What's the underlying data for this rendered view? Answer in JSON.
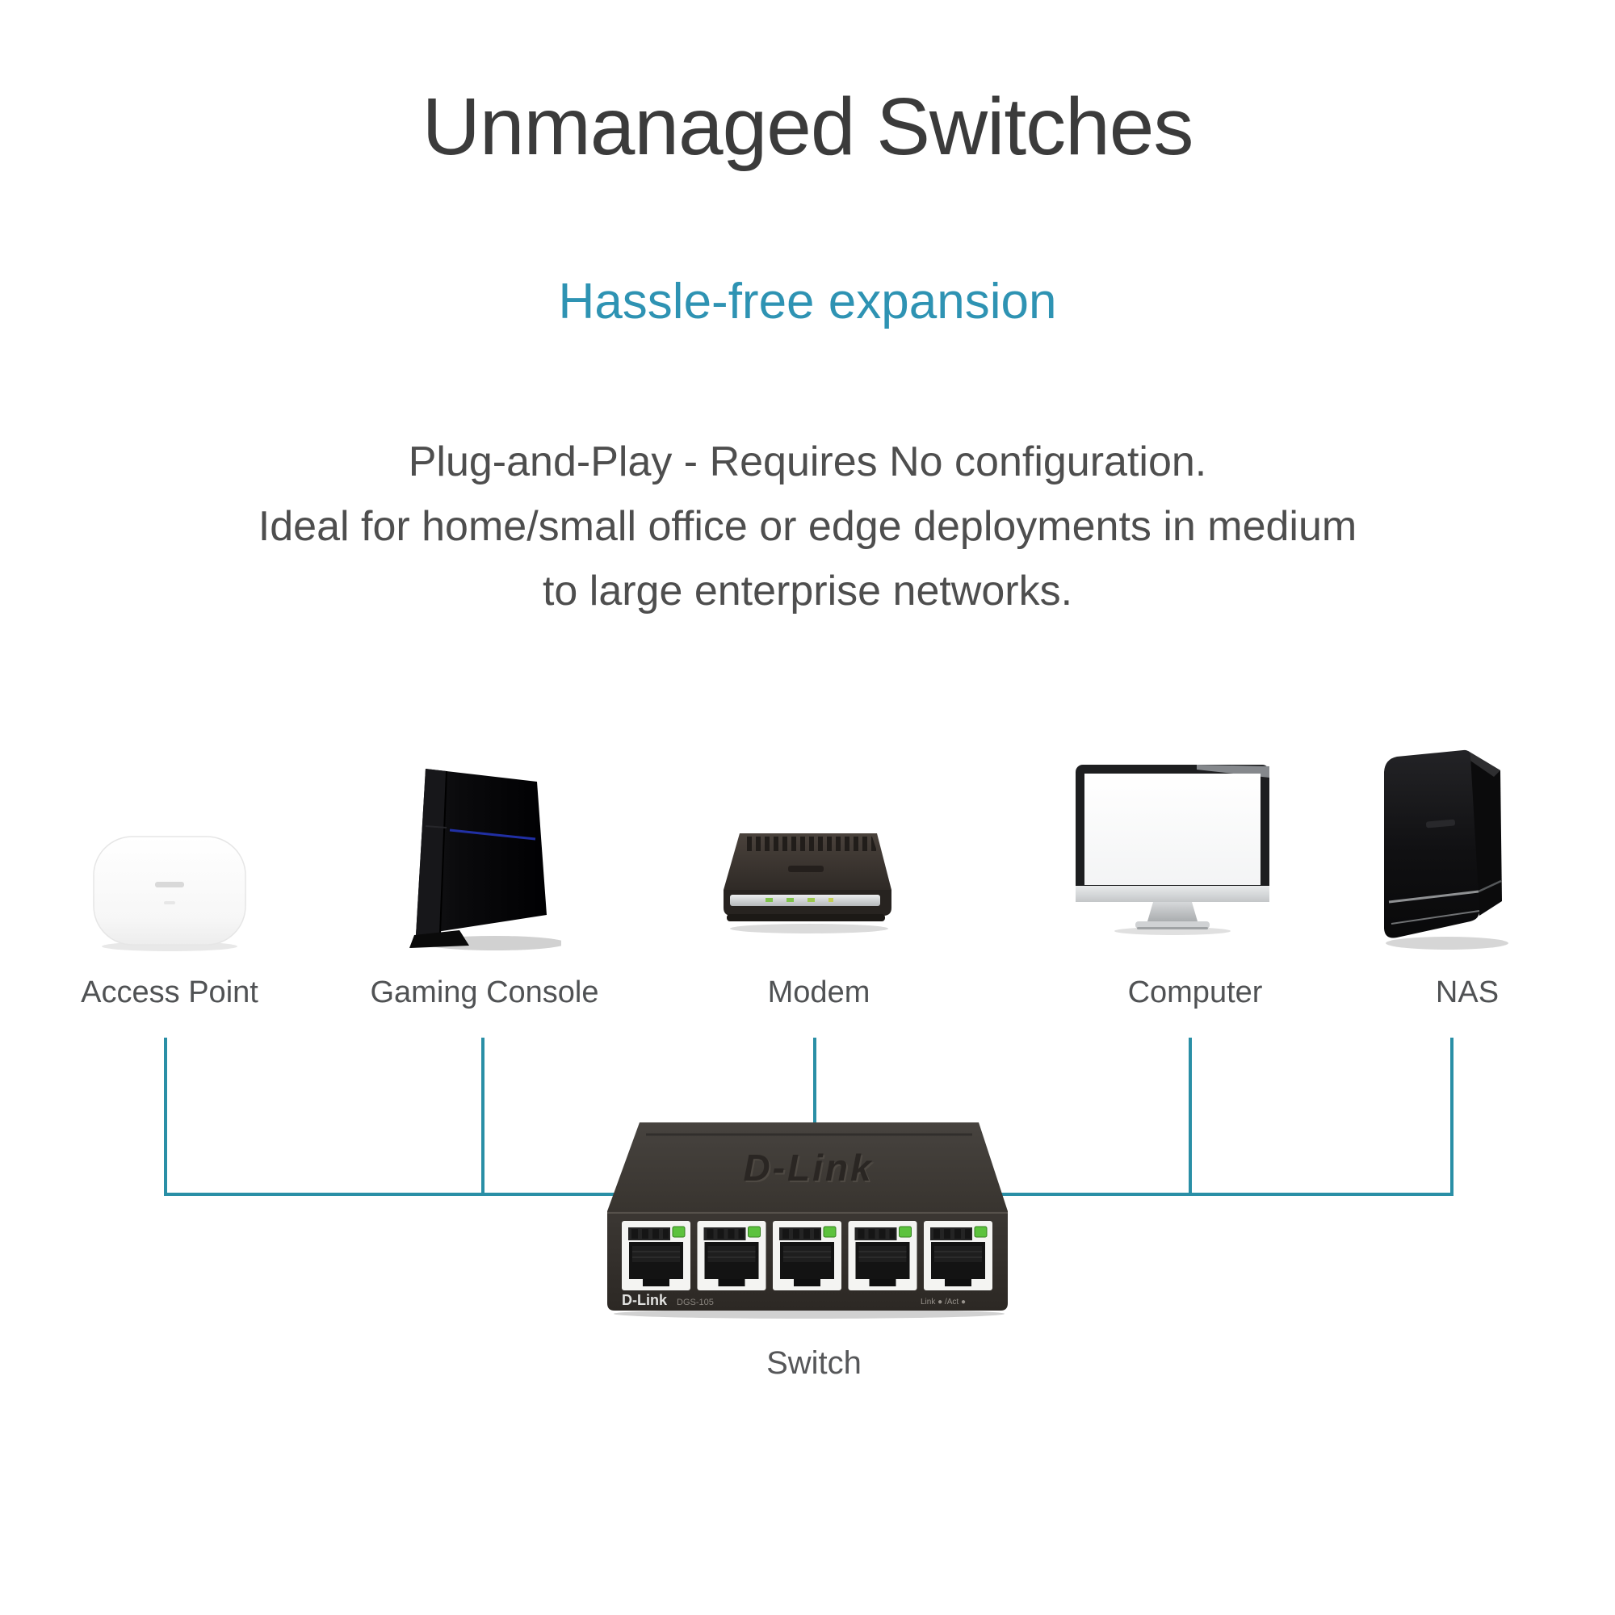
{
  "header": {
    "title": "Unmanaged Switches",
    "subtitle": "Hassle-free expansion",
    "description_lines": [
      "Plug-and-Play - Requires No configuration.",
      "Ideal for home/small office or edge deployments in medium",
      "to large enterprise networks."
    ]
  },
  "colors": {
    "accent_teal": "#2e93b3",
    "connector_teal": "#2a8fa6",
    "title_gray": "#3b3b3b",
    "body_gray": "#4e4e4e",
    "label_gray": "#505254",
    "led_green": "#5cc23d"
  },
  "diagram": {
    "devices": [
      {
        "label": "Access Point"
      },
      {
        "label": "Gaming Console"
      },
      {
        "label": "Modem"
      },
      {
        "label": "Computer"
      },
      {
        "label": "NAS"
      }
    ],
    "hub": {
      "label": "Switch",
      "top_brand": "D-Link",
      "front_brand": "D-Link",
      "front_model": "DGS-105",
      "front_legend": "Link ● /Act ●",
      "port_count": 5
    }
  }
}
